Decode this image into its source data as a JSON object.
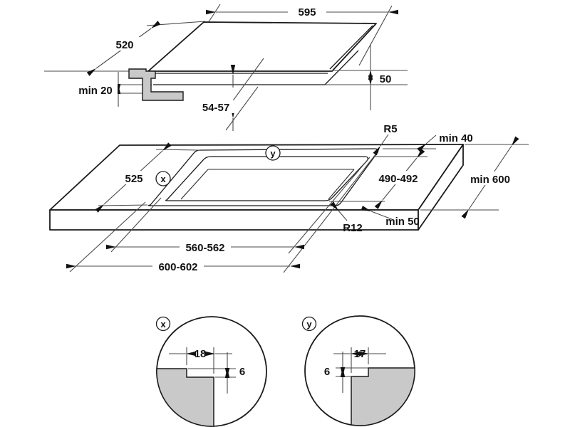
{
  "side_view": {
    "width": "595",
    "depth": "520",
    "clearance_below": "min 20",
    "overall_height": "54-57",
    "body_height": "50"
  },
  "cutout_view": {
    "recess_depth": "525",
    "cutout_depth": "490-492",
    "cutout_width": "560-562",
    "recess_width": "600-602",
    "recess_radius": "R5",
    "cutout_radius": "R12",
    "back_clearance": "min 40",
    "min_worktop_depth": "min 600",
    "front_clearance": "min 50",
    "marker_x": "x",
    "marker_y": "y"
  },
  "detail_x": {
    "label": "x",
    "step_width": "18",
    "step_depth": "6"
  },
  "detail_y": {
    "label": "y",
    "step_width": "17",
    "step_depth": "6"
  },
  "colors": {
    "line": "#1b1b1b",
    "dimension_line": "#4a4a4a",
    "section_gray": "#c9c9c9",
    "background": "#ffffff"
  }
}
